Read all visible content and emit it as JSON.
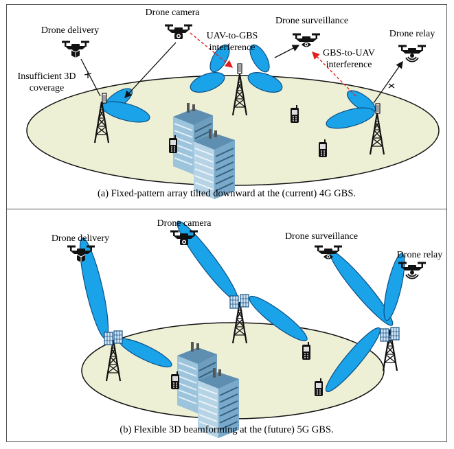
{
  "panel_a": {
    "caption": "(a)  Fixed-pattern array tilted downward at the (current) 4G GBS.",
    "labels": {
      "drone_delivery": "Drone delivery",
      "drone_camera": "Drone  camera",
      "drone_surveillance": "Drone surveillance",
      "drone_relay": "Drone relay",
      "insufficient_1": "Insufficient 3D",
      "insufficient_2": "coverage",
      "uav_gbs_1": "UAV-to-GBS",
      "uav_gbs_2": "interference",
      "gbs_uav_1": "GBS-to-UAV",
      "gbs_uav_2": "interference"
    }
  },
  "panel_b": {
    "caption": "(b) Flexible 3D beamforming at the (future) 5G GBS.",
    "labels": {
      "drone_delivery": "Drone delivery",
      "drone_camera": "Drone  camera",
      "drone_surveillance": "Drone surveillance",
      "drone_relay": "Drone relay"
    }
  },
  "colors": {
    "beam": "#1aa3e8",
    "beam_stroke": "#0c4f86",
    "ground": "#eef0d6",
    "interference": "#e02020",
    "building": "#7aaecd"
  }
}
